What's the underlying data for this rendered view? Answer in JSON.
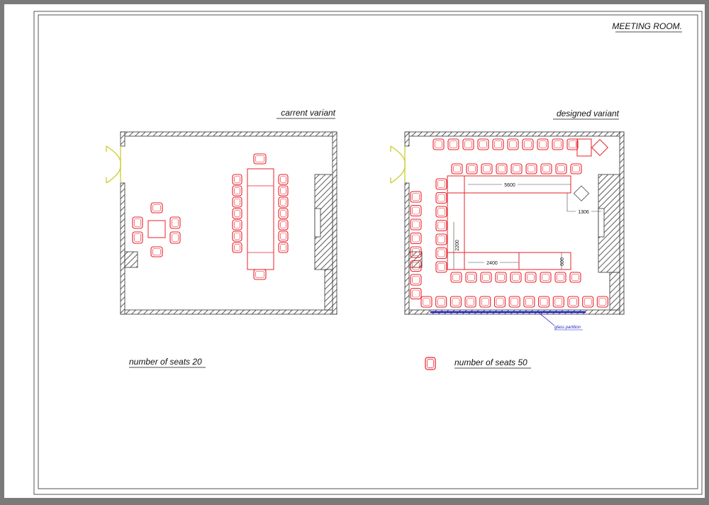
{
  "sheet": {
    "title": "MEETING ROOM.",
    "left_plan": {
      "caption": "carrent variant",
      "seats_label": "number of seats 20"
    },
    "right_plan": {
      "caption": "designed variant",
      "seats_label": "number of seats 50",
      "partition_note": "glass partition",
      "dimensions": {
        "d1": "5600",
        "d2": "1306",
        "d3": "2200",
        "d4": "2400",
        "d5": "600"
      }
    }
  },
  "colors": {
    "chair": "#e8202a",
    "table": "#e8202a",
    "wall": "#333333",
    "door": "#c8c81e",
    "glass": "#1a1acc",
    "dimension": "#444444"
  }
}
